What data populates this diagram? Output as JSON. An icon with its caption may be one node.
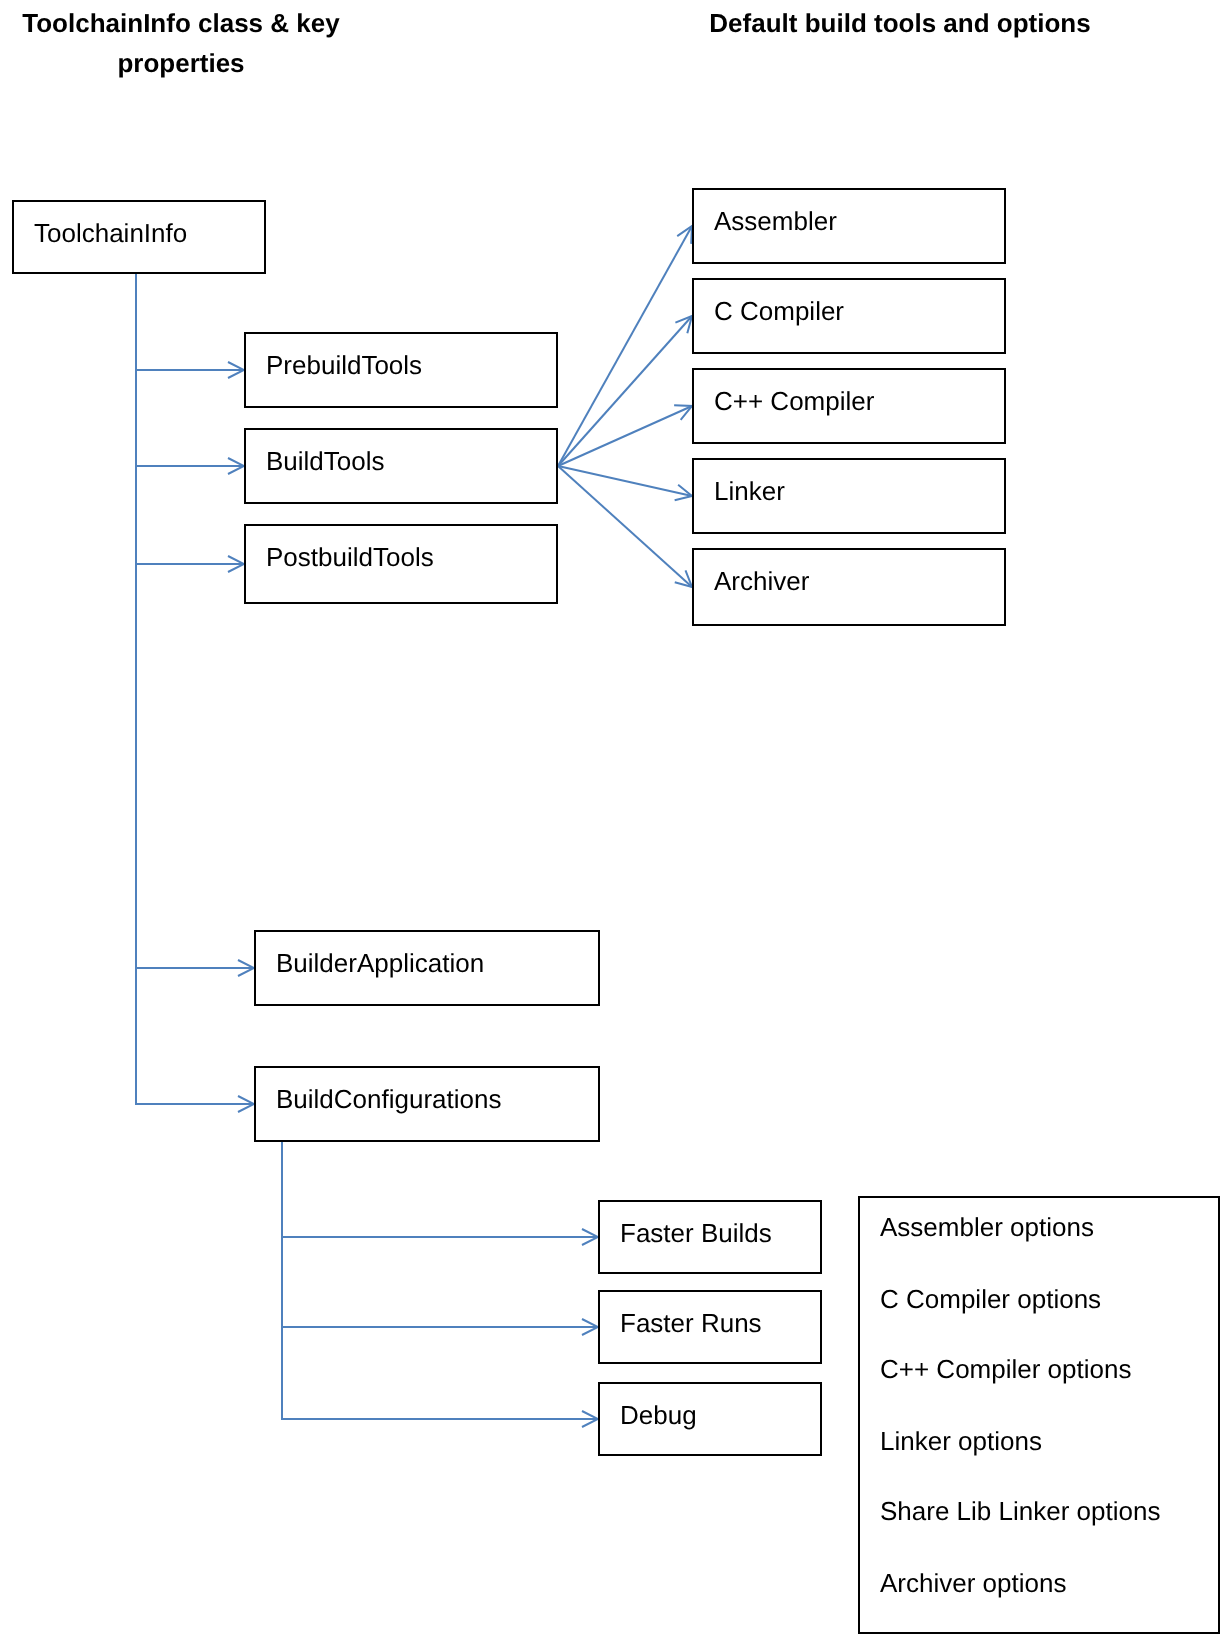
{
  "diagram": {
    "nodes": [
      {
        "text": [
          "ToolchainInfo"
        ]
      },
      {
        "text": [
          "PrebuildTools"
        ]
      },
      {
        "text": [
          "BuildTools"
        ]
      },
      {
        "text": [
          "PostbuildTools"
        ]
      },
      {
        "text": [
          "Assembler"
        ]
      },
      {
        "text": [
          "C Compiler"
        ]
      },
      {
        "text": [
          "C++ Compiler"
        ]
      },
      {
        "text": [
          "Linker"
        ]
      },
      {
        "text": [
          "Archiver"
        ]
      },
      {
        "text": [
          "BuilderApplication"
        ]
      },
      {
        "text": [
          "BuildConfigurations"
        ]
      },
      {
        "text": [
          "Faster Builds"
        ]
      },
      {
        "text": [
          "Faster Runs"
        ]
      },
      {
        "text": [
          "Debug"
        ]
      },
      {
        "text": [
          "Assembler options",
          "C Compiler options",
          "C++ Compiler options",
          "Linker options",
          "Share Lib Linker options",
          "Archiver options"
        ]
      }
    ],
    "edges": [
      {
        "from": 0,
        "to": 1,
        "arrow": "to"
      },
      {
        "from": 0,
        "to": 2,
        "arrow": "to"
      },
      {
        "from": 0,
        "to": 3,
        "arrow": "to"
      },
      {
        "from": 0,
        "to": 9,
        "arrow": "to"
      },
      {
        "from": 0,
        "to": 10,
        "arrow": "to"
      },
      {
        "from": 2,
        "to": 4,
        "arrow": "to"
      },
      {
        "from": 2,
        "to": 5,
        "arrow": "to"
      },
      {
        "from": 2,
        "to": 6,
        "arrow": "to"
      },
      {
        "from": 2,
        "to": 7,
        "arrow": "to"
      },
      {
        "from": 2,
        "to": 8,
        "arrow": "to"
      },
      {
        "from": 10,
        "to": 11,
        "arrow": "to"
      },
      {
        "from": 10,
        "to": 12,
        "arrow": "to"
      },
      {
        "from": 10,
        "to": 13,
        "arrow": "to"
      }
    ],
    "labels": [
      "ToolchainInfo class & key properties",
      "Default build tools and options"
    ]
  }
}
